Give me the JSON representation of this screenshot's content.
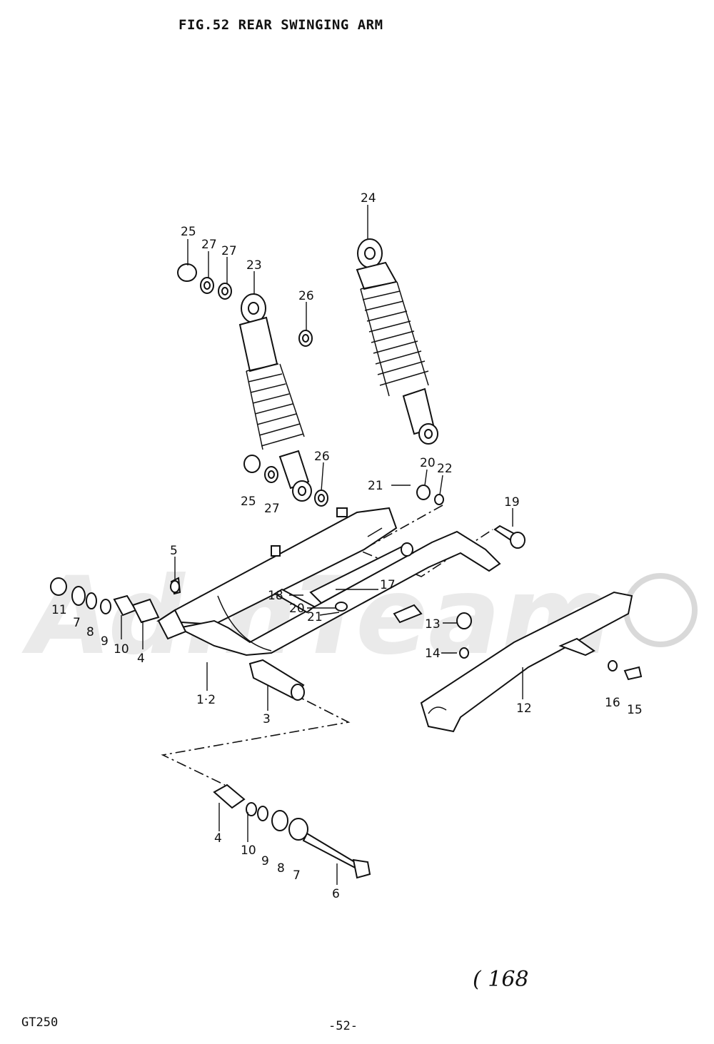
{
  "header": {
    "title": "FIG.52  REAR SWINGING ARM"
  },
  "footer": {
    "model": "GT250",
    "page": "-52-",
    "page_number": "( 168"
  },
  "watermark": {
    "text": "AdmTeam"
  },
  "parts": {
    "p1_2": "1·2",
    "p3": "3",
    "p4a": "4",
    "p4b": "4",
    "p5": "5",
    "p6": "6",
    "p7a": "7",
    "p7b": "7",
    "p8a": "8",
    "p8b": "8",
    "p9a": "9",
    "p9b": "9",
    "p10a": "10",
    "p10b": "10",
    "p11": "11",
    "p12": "12",
    "p13": "13",
    "p14": "14",
    "p15": "15",
    "p16": "16",
    "p17": "17",
    "p18": "18",
    "p19": "19",
    "p20a": "20",
    "p20b": "20",
    "p21a": "21",
    "p21b": "21",
    "p22": "22",
    "p23": "23",
    "p24": "24",
    "p25a": "25",
    "p25b": "25",
    "p26a": "26",
    "p26b": "26",
    "p27a": "27",
    "p27b": "27",
    "p27c": "27"
  }
}
